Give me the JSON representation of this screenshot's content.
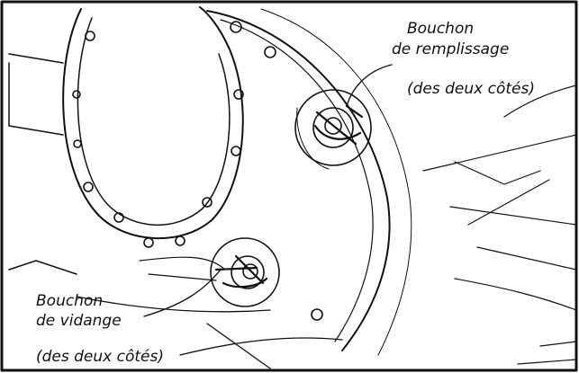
{
  "labels": {
    "fill_plug_line1": "Bouchon",
    "fill_plug_line2": "de remplissage",
    "fill_plug_note": "(des deux côtés)",
    "drain_plug_line1": "Bouchon",
    "drain_plug_line2": "de vidange",
    "drain_plug_note": "(des deux côtés)"
  },
  "colors": {
    "ink": "#111111",
    "paper": "#ffffff"
  }
}
